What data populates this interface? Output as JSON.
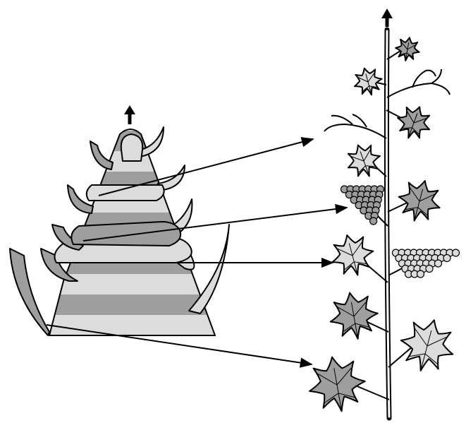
{
  "colors": {
    "background": "#ffffff",
    "outline": "#000000",
    "dark_tissue": "#9e9e9e",
    "light_tissue": "#dcdcdc",
    "arrow": "#000000"
  },
  "bud": {
    "band_fills": [
      "dark",
      "light",
      "dark",
      "light",
      "dark",
      "light",
      "dark",
      "light",
      "dark",
      "light"
    ]
  },
  "shoot": {
    "organs": [
      {
        "kind": "leaf",
        "fill": "dark"
      },
      {
        "kind": "leaf",
        "fill": "light"
      },
      {
        "kind": "tendril"
      },
      {
        "kind": "leaf",
        "fill": "dark"
      },
      {
        "kind": "tendril"
      },
      {
        "kind": "leaf",
        "fill": "light"
      },
      {
        "kind": "cluster",
        "fill": "dark"
      },
      {
        "kind": "leaf",
        "fill": "dark"
      },
      {
        "kind": "leaf",
        "fill": "light"
      },
      {
        "kind": "cluster",
        "fill": "light"
      },
      {
        "kind": "leaf",
        "fill": "dark"
      },
      {
        "kind": "leaf",
        "fill": "light"
      },
      {
        "kind": "leaf",
        "fill": "dark"
      }
    ]
  },
  "correspondences": [
    {
      "from": "tendril-primordium",
      "to": "tendril"
    },
    {
      "from": "inflorescence-primordium-dark",
      "to": "cluster-dark"
    },
    {
      "from": "inflorescence-primordium-light",
      "to": "leaf-light"
    },
    {
      "from": "leaf-primordium-base",
      "to": "leaf-dark-base"
    }
  ],
  "growth_arrows": [
    {
      "target": "bud",
      "direction": "up"
    },
    {
      "target": "shoot",
      "direction": "up"
    }
  ]
}
